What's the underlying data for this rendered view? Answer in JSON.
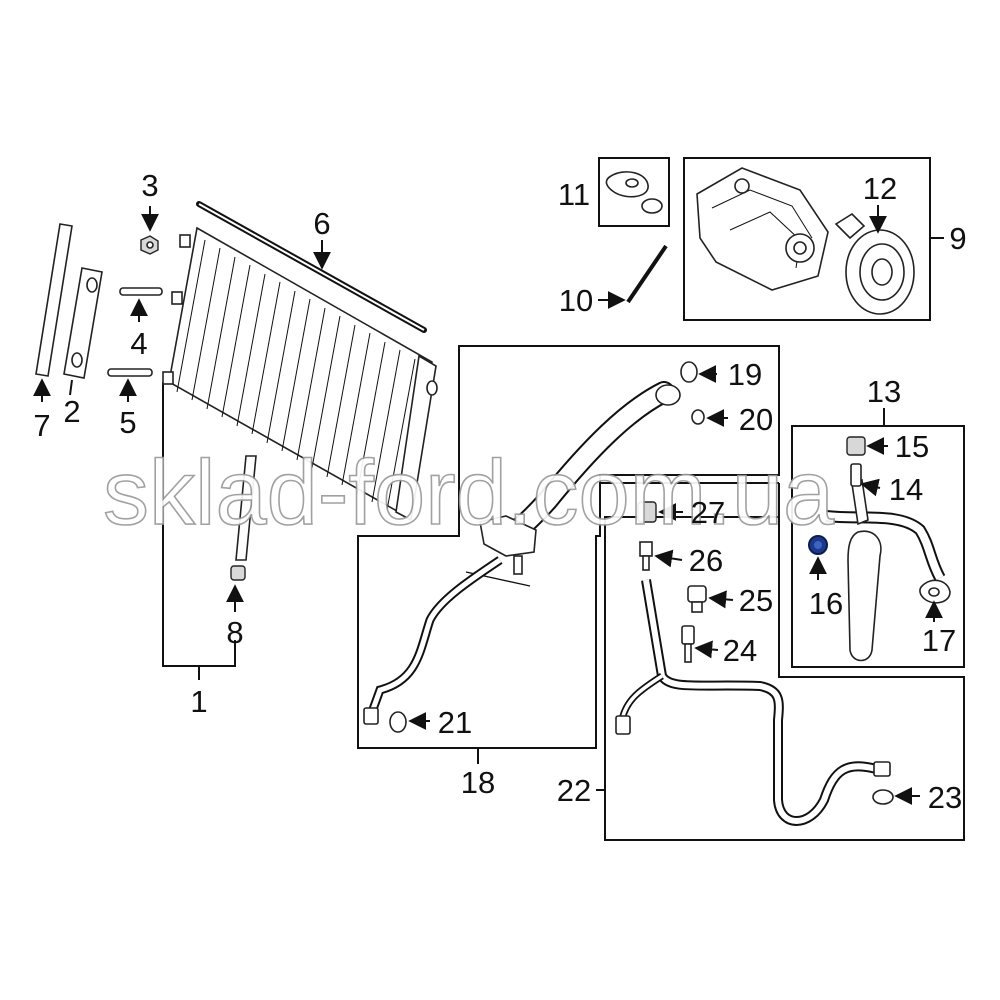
{
  "diagram": {
    "callouts": {
      "c1": "1",
      "c2": "2",
      "c3": "3",
      "c4": "4",
      "c5": "5",
      "c6": "6",
      "c7": "7",
      "c8": "8",
      "c9": "9",
      "c10": "10",
      "c11": "11",
      "c12": "12",
      "c13": "13",
      "c14": "14",
      "c15": "15",
      "c16": "16",
      "c17": "17",
      "c18": "18",
      "c19": "19",
      "c20": "20",
      "c21": "21",
      "c22": "22",
      "c23": "23",
      "c24": "24",
      "c25": "25",
      "c26": "26",
      "c27": "27"
    },
    "watermark": "sklad-ford.com.ua",
    "colors": {
      "line": "#111111",
      "highlight": "#1d3a8a",
      "watermark_stroke": "#9a9a9a"
    }
  }
}
